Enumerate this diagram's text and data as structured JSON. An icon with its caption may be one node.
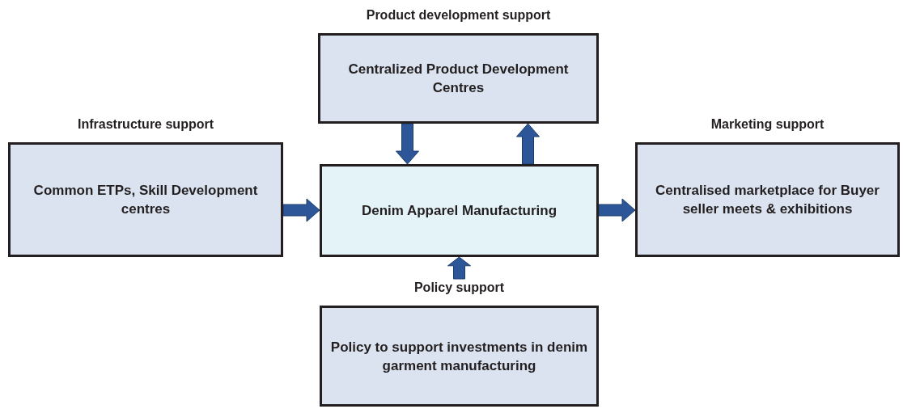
{
  "diagram": {
    "nodes": [
      {
        "text": [
          "Product development support",
          "Centralized Product Development Centres"
        ]
      },
      {
        "text": [
          "Infrastructure support",
          "Common ETPs, Skill Development centres"
        ]
      },
      {
        "text": [
          "Denim Apparel Manufacturing"
        ]
      },
      {
        "text": [
          "Marketing support",
          "Centralised marketplace for Buyer seller meets & exhibitions"
        ]
      },
      {
        "text": [
          "Policy support",
          "Policy to support investments in denim garment manufacturing"
        ]
      }
    ],
    "edges": [
      {
        "from": 0,
        "to": 2,
        "arrow": "to"
      },
      {
        "from": 2,
        "to": 0,
        "arrow": "to"
      },
      {
        "from": 1,
        "to": 2,
        "arrow": "to"
      },
      {
        "from": 2,
        "to": 3,
        "arrow": "to"
      },
      {
        "from": 4,
        "to": 2,
        "arrow": "to"
      }
    ]
  }
}
